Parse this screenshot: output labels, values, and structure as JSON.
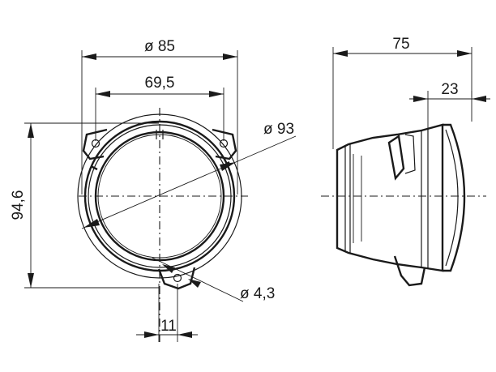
{
  "dimensions": {
    "outer_diameter": "ø 85",
    "inner_width": "69,5",
    "flange_diameter": "ø 93",
    "height": "94,6",
    "hole_diameter": "ø 4,3",
    "tab_width": "11",
    "depth": "75",
    "lens_depth": "23"
  },
  "colors": {
    "line": "#1a1a1a",
    "background": "#ffffff"
  }
}
